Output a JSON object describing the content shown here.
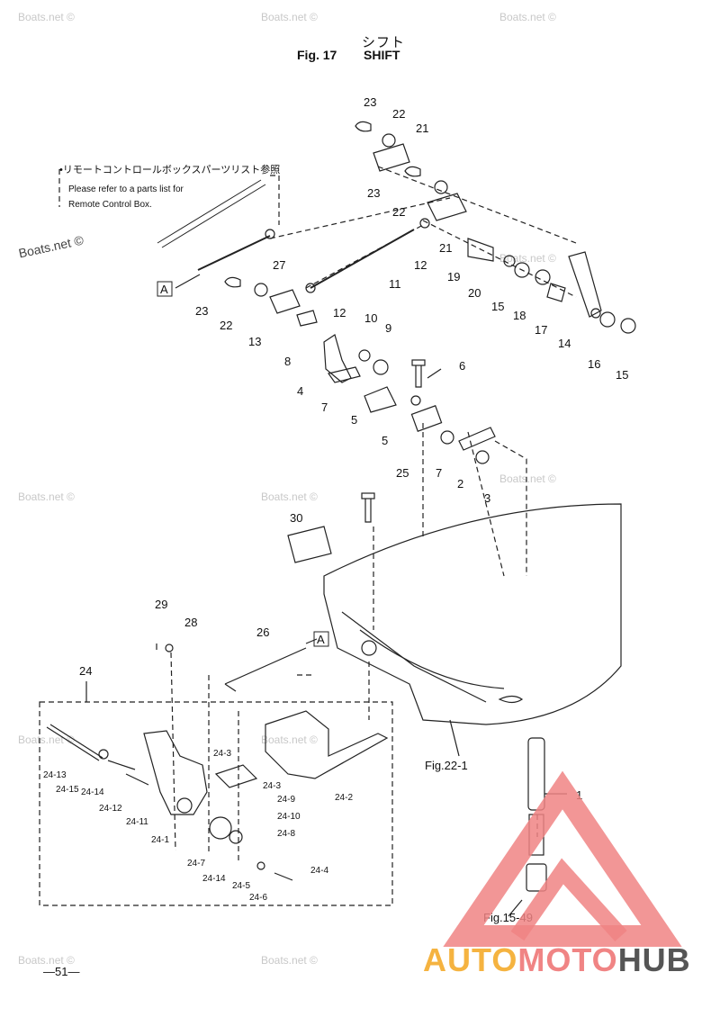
{
  "header": {
    "title_jp": "シフト",
    "fig_label": "Fig. 17",
    "title_en": "SHIFT"
  },
  "note": {
    "jp": "•リモートコントロールボックスパーツリスト参照",
    "en_line1": "Please refer to a parts list for",
    "en_line2": "Remote Control Box."
  },
  "watermark": "Boats.net ©",
  "parts": {
    "p1": "1",
    "p2": "2",
    "p3": "3",
    "p4": "4",
    "p5a": "5",
    "p5b": "5",
    "p6": "6",
    "p7a": "7",
    "p7b": "7",
    "p8": "8",
    "p9": "9",
    "p10": "10",
    "p11": "11",
    "p12a": "12",
    "p12b": "12",
    "p13": "13",
    "p14": "14",
    "p15a": "15",
    "p15b": "15",
    "p16": "16",
    "p17": "17",
    "p18": "18",
    "p19": "19",
    "p20": "20",
    "p21a": "21",
    "p21b": "21",
    "p22a": "22",
    "p22b": "22",
    "p22c": "22",
    "p23a": "23",
    "p23b": "23",
    "p23c": "23",
    "p24": "24",
    "p25": "25",
    "p26": "26",
    "p27": "27",
    "p28": "28",
    "p29": "29",
    "p30": "30",
    "s24_1": "24-1",
    "s24_2": "24-2",
    "s24_3a": "24-3",
    "s24_3b": "24-3",
    "s24_4": "24-4",
    "s24_5": "24-5",
    "s24_6": "24-6",
    "s24_7": "24-7",
    "s24_8": "24-8",
    "s24_9": "24-9",
    "s24_10": "24-10",
    "s24_11": "24-11",
    "s24_12": "24-12",
    "s24_13": "24-13",
    "s24_14a": "24-14",
    "s24_14b": "24-14",
    "s24_15": "24-15",
    "markerA1": "A",
    "markerA2": "A"
  },
  "refs": {
    "fig22": "Fig.22-1",
    "fig15": "Fig.15-49"
  },
  "page_number": "—51—",
  "logo": {
    "part1": "AUTO",
    "part2": "MOTO",
    "part3": "HUB"
  },
  "colors": {
    "logo_red": "#f08484",
    "logo_orange": "#f5b340",
    "logo_gray": "#555555"
  }
}
